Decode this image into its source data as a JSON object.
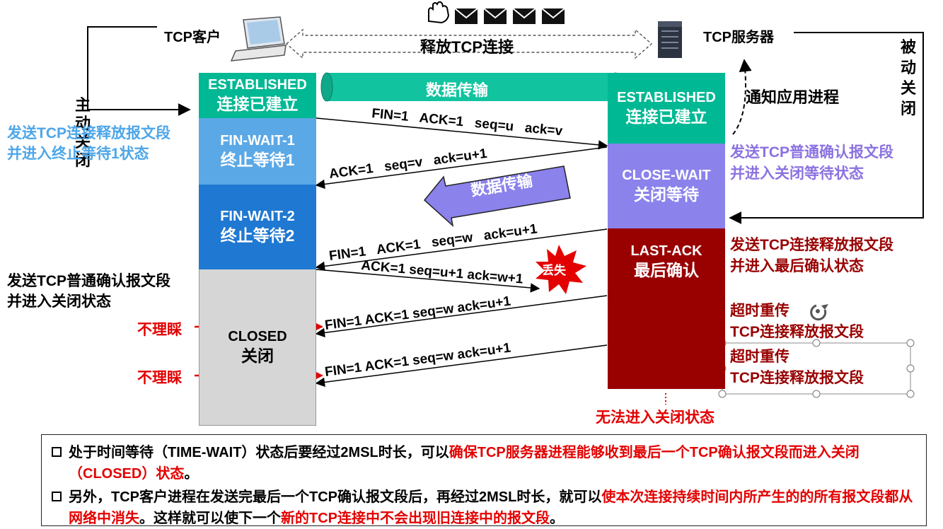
{
  "header": {
    "client_label": "TCP客户",
    "server_label": "TCP服务器",
    "release_label": "释放TCP连接"
  },
  "client": {
    "active_close": "主动关闭",
    "states": [
      {
        "en": "ESTABLISHED",
        "zh": "连接已建立",
        "color": "#00b894"
      },
      {
        "en": "FIN-WAIT-1",
        "zh": "终止等待1",
        "color": "#5ba8e6"
      },
      {
        "en": "FIN-WAIT-2",
        "zh": "终止等待2",
        "color": "#1f78d1"
      },
      {
        "en": "CLOSED",
        "zh": "关闭",
        "color": "#d6d6d6"
      }
    ],
    "note_fin_wait1": [
      "发送TCP连接释放报文段",
      "并进入终止等待1状态"
    ],
    "note_closed": [
      "发送TCP普通确认报文段",
      "并进入关闭状态"
    ],
    "ignore": "不理睬"
  },
  "server": {
    "passive_close": "被动关闭",
    "notify_app": "通知应用进程",
    "states": [
      {
        "en": "ESTABLISHED",
        "zh": "连接已建立",
        "color": "#00b894"
      },
      {
        "en": "CLOSE-WAIT",
        "zh": "关闭等待",
        "color": "#8b82ec"
      },
      {
        "en": "LAST-ACK",
        "zh": "最后确认",
        "color": "#990000"
      }
    ],
    "note_close_wait": [
      "发送TCP普通确认报文段",
      "并进入关闭等待状态"
    ],
    "note_last_ack": [
      "发送TCP连接释放报文段",
      "并进入最后确认状态"
    ],
    "timeout_title": "超时重传",
    "timeout_body": "TCP连接释放报文段",
    "cannot_close": "无法进入关闭状态"
  },
  "data_transfer": "数据传输",
  "lost": "丢失",
  "segments": {
    "fin1": "FIN=1   ACK=1   seq=u   ack=v",
    "ack1": "ACK=1   seq=v   ack=u+1",
    "fin2": "FIN=1   ACK=1   seq=w   ack=u+1",
    "ack2": "ACK=1 seq=u+1 ack=w+1",
    "retx1": "FIN=1 ACK=1 seq=w ack=u+1",
    "retx2": "FIN=1 ACK=1 seq=w ack=u+1"
  },
  "notes": [
    {
      "normal": "处于时间等待（TIME-WAIT）状态后要经过2MSL时长，可以",
      "red": "确保TCP服务器进程能够收到最后一个TCP确认报文段而进入关闭（CLOSED）状态",
      "tail": "。"
    },
    {
      "normal": "另外，TCP客户进程在发送完最后一个TCP确认报文段后，再经过2MSL时长，就可以",
      "red": "使本次连接持续时间内所产生的的所有报文段都从网络中消失",
      "tail": "。这样就可以使下一个",
      "red2": "新的TCP连接中不会出现旧连接中的报文段",
      "tail2": "。"
    }
  ],
  "colors": {
    "accent_red": "#e30000",
    "dark_red": "#990000",
    "purple_text": "#8b72e0",
    "blue_text": "#4da6e8"
  }
}
